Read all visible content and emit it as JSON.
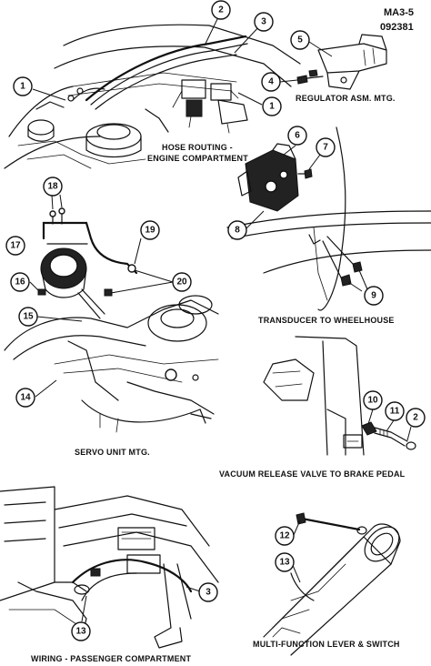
{
  "header": {
    "code_line1": "MA3-5",
    "code_line2": "092381"
  },
  "captions": {
    "hose_routing_1": "HOSE ROUTING -",
    "hose_routing_2": "ENGINE COMPARTMENT",
    "regulator": "REGULATOR ASM. MTG.",
    "transducer": "TRANSDUCER TO WHEELHOUSE",
    "servo": "SERVO UNIT MTG.",
    "vacuum": "VACUUM RELEASE VALVE TO BRAKE PEDAL",
    "wiring": "WIRING - PASSENGER COMPARTMENT",
    "multifunction": "MULTI-FUNCTION LEVER & SWITCH"
  },
  "callouts": {
    "c1a": "1",
    "c1b": "1",
    "c2a": "2",
    "c3a": "3",
    "c4": "4",
    "c5": "5",
    "c6": "6",
    "c7": "7",
    "c8": "8",
    "c9": "9",
    "c10": "10",
    "c11": "11",
    "c2b": "2",
    "c12": "12",
    "c13a": "13",
    "c13b": "13",
    "c14": "14",
    "c15": "15",
    "c16": "16",
    "c17": "17",
    "c18": "18",
    "c19": "19",
    "c20": "20",
    "c3b": "3"
  }
}
